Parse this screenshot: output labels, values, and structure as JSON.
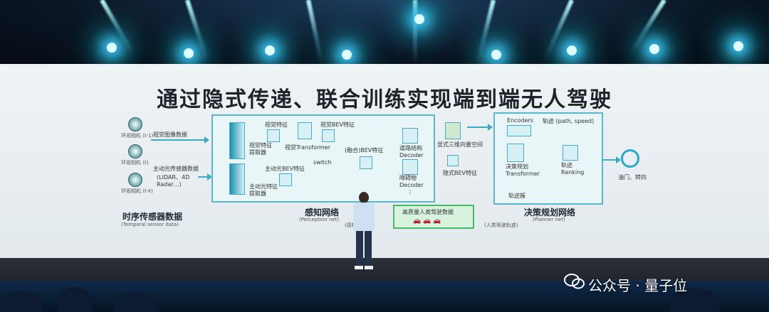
{
  "slide": {
    "title": "通过隐式传递、联合训练实现端到端无人驾驶",
    "sensors": {
      "surround1": "环视相机 (t-1)",
      "surround2": "环视相机 (t)",
      "surround3": "环视相机 (t-k)",
      "camera_data": "视觉图像数据",
      "active_sensor_data": "主动光传感器数据",
      "active_sensor_examples": "(LIDAR、4D Radar…)",
      "temporal_title": "时序传感器数据",
      "temporal_sub": "(Temporal sensor data)"
    },
    "perception": {
      "visual_feature": "视觉特征",
      "visual_extractor": "视觉特征\n提取器",
      "visual_transformer": "视觉Transformer",
      "visual_bev": "视觉BEV特征",
      "active_extractor": "主动光特征\n提取器",
      "active_bev": "主动光BEV特征",
      "switch": "switch",
      "fused_bev": "(融合)BEV特征",
      "road_decoder": "道路结构\nDecoder",
      "obstacle_decoder": "障碍物\nDecoder",
      "title": "感知网络",
      "sub": "(Perception net)",
      "annotation_note": "(感知标注)",
      "dots": "⋮"
    },
    "middle": {
      "explicit_space": "显式三维向量空间",
      "implicit_bev": "隐式BEV特征",
      "dataset": "高质量人类驾驶数据",
      "human_trajectory": "(人类驾驶轨迹)"
    },
    "planner": {
      "encoders": "Encoders",
      "trajectory": "轨迹 (path, speed)",
      "decision_transformer": "决策规划\nTransformer",
      "trajectory_ranking": "轨迹\nRanking",
      "trajectory_cluster": "轨迹簇",
      "title": "决策规划网络",
      "sub": "(Planner net)",
      "output": "油门、转向"
    }
  },
  "watermark": {
    "text": "公众号 · 量子位"
  },
  "colors": {
    "screen": "#eef3f5",
    "accent": "#3aaac6",
    "box_border": "#5cb5c9",
    "stage_light": "#7fe8ff"
  }
}
